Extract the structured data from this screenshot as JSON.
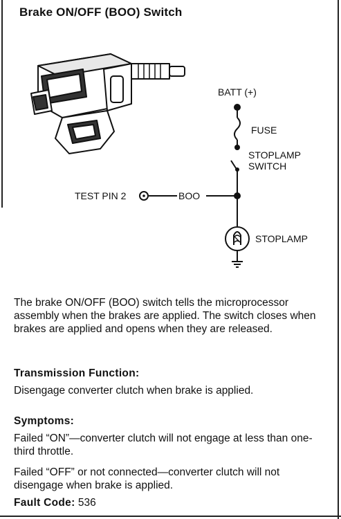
{
  "title": "Brake ON/OFF (BOO) Switch",
  "diagram": {
    "batt_label": "BATT (+)",
    "fuse_label": "FUSE",
    "switch_label_1": "STOPLAMP",
    "switch_label_2": "SWITCH",
    "test_pin_label": "TEST PIN 2",
    "boo_label": "BOO",
    "stoplamp_label": "STOPLAMP"
  },
  "description": "The brake ON/OFF (BOO) switch tells the microprocessor assembly when the brakes are applied. The switch closes when brakes are applied and opens when they are released.",
  "transmission_function": {
    "heading": "Transmission Function:",
    "text": "Disengage converter clutch when brake is applied."
  },
  "symptoms": {
    "heading": "Symptoms:",
    "items": [
      "Failed “ON”—converter clutch will not engage at less than one-third throttle.",
      "Failed “OFF” or not connected—converter clutch will not disengage when brake is applied."
    ]
  },
  "fault_code": {
    "label": "Fault Code:",
    "value": "536"
  }
}
